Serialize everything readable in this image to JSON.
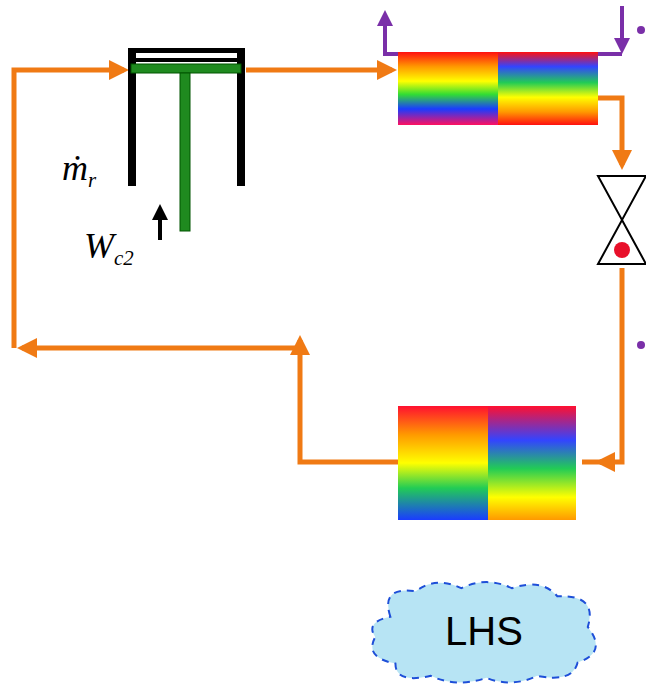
{
  "diagram": {
    "nodes": [
      {
        "text": [
          "LHS"
        ]
      }
    ],
    "labels": [
      "ṁr",
      "Wc2"
    ]
  }
}
